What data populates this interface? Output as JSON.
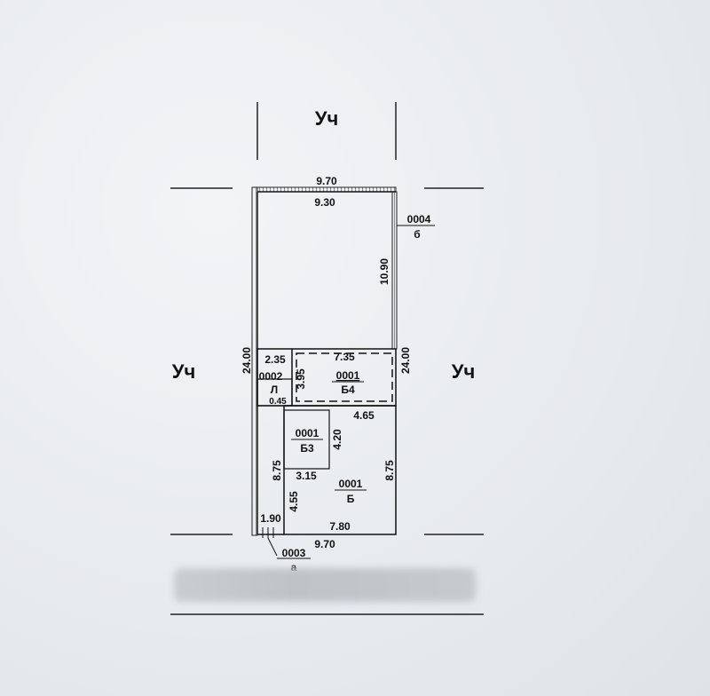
{
  "neighbors": {
    "top": "Уч",
    "left": "Уч",
    "right": "Уч"
  },
  "dimensions": {
    "top_outer": "9.70",
    "top_inner": "9.30",
    "left_total": "24.00",
    "right_total": "24.00",
    "right_upper": "10.90",
    "b4_left": "2.35",
    "b4_width": "7.35",
    "b4_height": "3.95",
    "l_offset": "0.45",
    "b3_width": "4.65",
    "b3_height": "4.20",
    "b_left": "8.75",
    "b_right": "8.75",
    "b_step": "3.15",
    "b_lower": "4.55",
    "bottom_left": "1.90",
    "bottom_inner": "7.80",
    "bottom_outer": "9.70"
  },
  "buildings": {
    "b4": {
      "code": "0001",
      "letter": "Б4"
    },
    "b3": {
      "code": "0001",
      "letter": "Б3"
    },
    "b": {
      "code": "0001",
      "letter": "Б"
    },
    "l": {
      "code": "0002",
      "letter": "Л"
    },
    "fence_right": {
      "code": "0004",
      "letter": "б"
    },
    "gate": {
      "code": "0003",
      "letter": "а"
    }
  }
}
